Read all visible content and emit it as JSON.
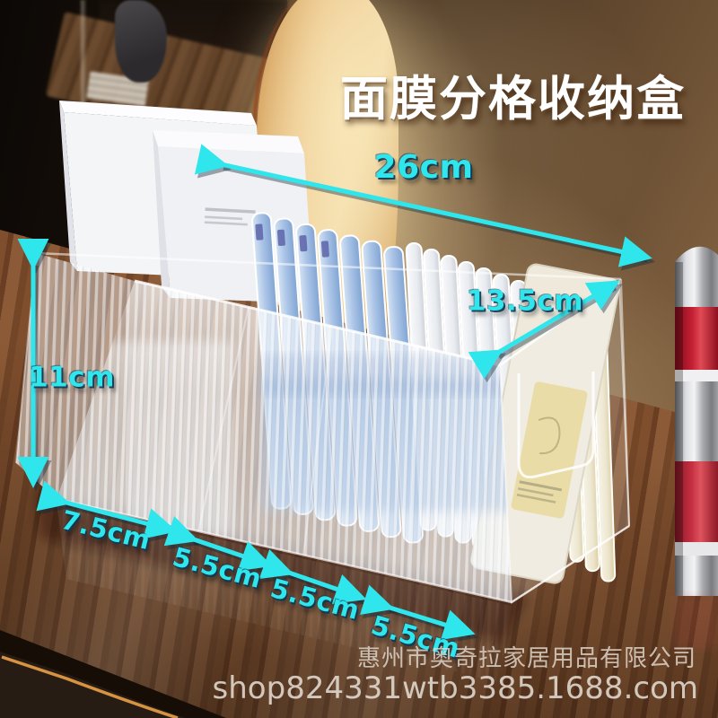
{
  "title": {
    "text": "面膜分格收纳盒"
  },
  "annotations": {
    "width": "26cm",
    "depth": "13.5cm",
    "height": "11cm",
    "compartments": [
      "7.5cm",
      "5.5cm",
      "5.5cm",
      "5.5cm"
    ]
  },
  "footer": {
    "company": "惠州市奥奇拉家居用品有限公司",
    "shop_url": "shop824331wtb3385.1688.com"
  },
  "colors": {
    "accent_cyan": "#2fe6ec",
    "accent_shadow": "#103854",
    "title_white": "#ffffff",
    "wall_brown": "#63492f",
    "wood": "#7e4e2d",
    "gold_chair": "#f4ddad",
    "mask_blue": "#9db9de",
    "mask_white": "#eef0f3",
    "mask_cream": "#efe7d2",
    "drawer_trim": "#df9b45",
    "red_glass": "#c41f33"
  }
}
